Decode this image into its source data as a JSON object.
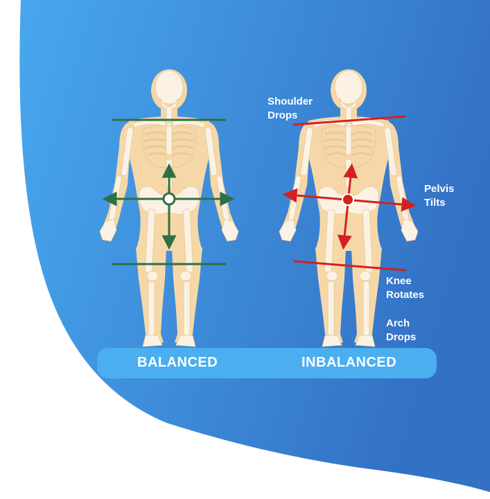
{
  "colors": {
    "background_light": "#48a7ee",
    "background_dark": "#3371c5",
    "bar": "#4aaeef",
    "bone": "#fbf2e4",
    "body_silhouette": "#f6d8a8",
    "balanced_lines": "#2e6f44",
    "imbalanced_lines": "#d3211f"
  },
  "figures": {
    "balanced": {
      "label": "BALANCED"
    },
    "imbalanced": {
      "label": "INBALANCED"
    }
  },
  "annotations": {
    "shoulder": {
      "line1": "Shoulder",
      "line2": "Drops"
    },
    "pelvis": {
      "line1": "Pelvis",
      "line2": "Tilts"
    },
    "knee": {
      "line1": "Knee",
      "line2": "Rotates"
    },
    "arch": {
      "line1": "Arch",
      "line2": "Drops"
    }
  }
}
